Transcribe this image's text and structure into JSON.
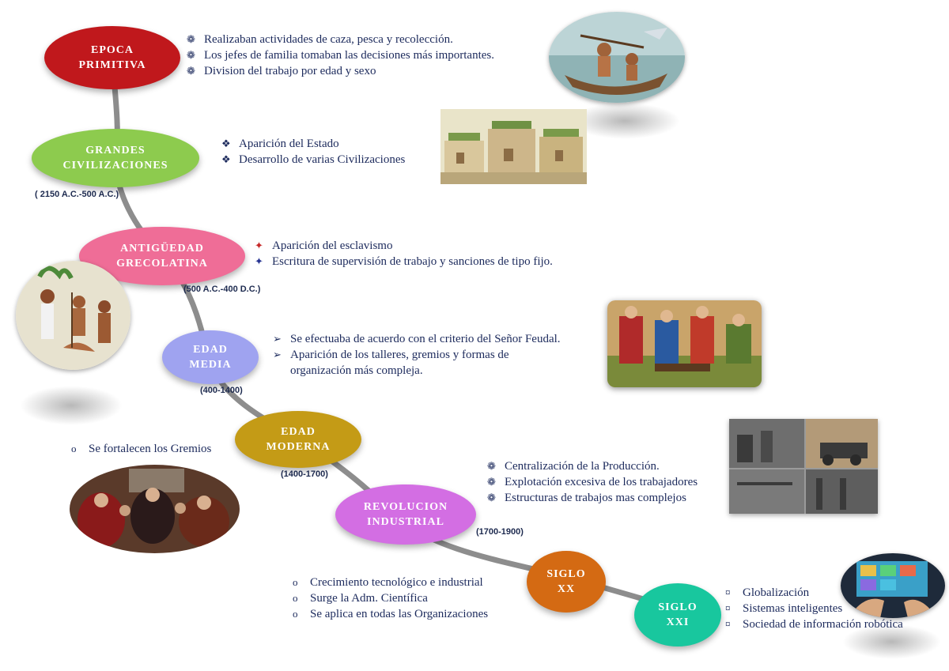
{
  "colors": {
    "path": "#8d8d8d",
    "text": "#1c2a5c",
    "epoca": "#c0181c",
    "grandes": "#8dcb4e",
    "antiguedad": "#ef6d97",
    "media": "#9fa3f0",
    "moderna": "#c49b16",
    "revolucion": "#d36ee3",
    "sigloxx": "#d46a13",
    "sigloxxi": "#18c79e"
  },
  "eras": [
    {
      "id": "epoca-primitiva",
      "line1": "EPOCA",
      "line2": "PRIMITIVA",
      "date": ""
    },
    {
      "id": "grandes-civilizaciones",
      "line1": "GRANDES",
      "line2": "CIVILIZACIONES",
      "date": "( 2150 A.C.-500 A.C.)"
    },
    {
      "id": "antiguedad-grecolatina",
      "line1": "ANTIGÜEDAD",
      "line2": "GRECOLATINA",
      "date": "(500 A.C.-400 D.C.)"
    },
    {
      "id": "edad-media",
      "line1": "EDAD",
      "line2": "MEDIA",
      "date": "(400-1400)"
    },
    {
      "id": "edad-moderna",
      "line1": "EDAD",
      "line2": "MODERNA",
      "date": "(1400-1700)"
    },
    {
      "id": "revolucion-industrial",
      "line1": "REVOLUCION",
      "line2": "INDUSTRIAL",
      "date": "(1700-1900)"
    },
    {
      "id": "siglo-xx",
      "line1": "SIGLO",
      "line2": "XX",
      "date": ""
    },
    {
      "id": "siglo-xxi",
      "line1": "SIGLO",
      "line2": "XXI",
      "date": ""
    }
  ],
  "bullets": {
    "epoca": [
      "Realizaban actividades de caza, pesca y recolección.",
      "Los jefes de familia tomaban las decisiones más importantes.",
      "Division del trabajo por edad y sexo"
    ],
    "grandes": [
      "Aparición del Estado",
      "Desarrollo de varias Civilizaciones"
    ],
    "antiguedad": [
      "Aparición del esclavismo",
      "Escritura de supervisión de trabajo y sanciones de tipo fijo."
    ],
    "media": [
      "Se efectuaba de acuerdo con el criterio del Señor Feudal.",
      "Aparición de los talleres, gremios y formas de",
      "organización más compleja."
    ],
    "moderna": [
      "Se fortalecen los Gremios"
    ],
    "revolucion": [
      "Centralización de la Producción.",
      "Explotación excesiva de los trabajadores",
      "Estructuras de trabajos mas complejos"
    ],
    "sigloxx": [
      "Crecimiento tecnológico e industrial",
      "Surge la Adm. Científica",
      "Se aplica en todas las Organizaciones"
    ],
    "sigloxxi": [
      "Globalización",
      "Sistemas inteligentes",
      "Sociedad de información robótica"
    ]
  },
  "icons": {
    "epoca": "flower-bullet-icon",
    "grandes": "diamond-bullet-icon",
    "antiguedad": "star-bullet-icon",
    "media": "arrow-bullet-icon",
    "moderna": "circle-bullet-icon",
    "revolucion": "flower-bullet-icon",
    "sigloxx": "circle-bullet-icon",
    "sigloxxi": "sun-bullet-icon"
  }
}
